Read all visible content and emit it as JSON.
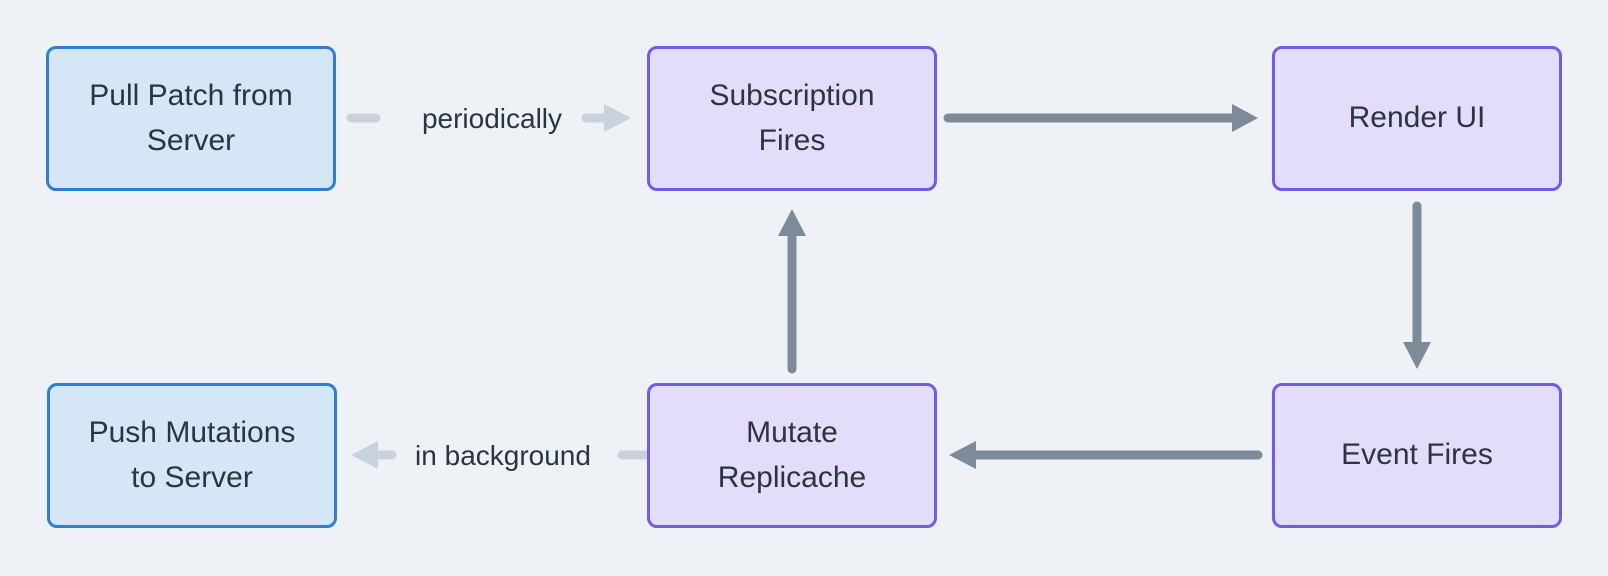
{
  "diagram": {
    "title": "Replicache sync loop diagram",
    "nodes": [
      {
        "id": "pull-patch-from-server",
        "label": "Pull Patch from Server",
        "kind": "server-step"
      },
      {
        "id": "subscription-fires",
        "label": "Subscription Fires",
        "kind": "client-step"
      },
      {
        "id": "render-ui",
        "label": "Render UI",
        "kind": "client-step"
      },
      {
        "id": "push-mutations-to-server",
        "label": "Push Mutations to Server",
        "kind": "server-step"
      },
      {
        "id": "mutate-replicache",
        "label": "Mutate Replicache",
        "kind": "client-step"
      },
      {
        "id": "event-fires",
        "label": "Event Fires",
        "kind": "client-step"
      }
    ],
    "edges": [
      {
        "from": "pull-patch-from-server",
        "to": "subscription-fires",
        "label": "periodically",
        "style": "dashed",
        "direction": "right"
      },
      {
        "from": "subscription-fires",
        "to": "render-ui",
        "label": "",
        "style": "solid",
        "direction": "right"
      },
      {
        "from": "render-ui",
        "to": "event-fires",
        "label": "",
        "style": "solid",
        "direction": "down"
      },
      {
        "from": "event-fires",
        "to": "mutate-replicache",
        "label": "",
        "style": "solid",
        "direction": "left"
      },
      {
        "from": "mutate-replicache",
        "to": "subscription-fires",
        "label": "",
        "style": "solid",
        "direction": "up"
      },
      {
        "from": "mutate-replicache",
        "to": "push-mutations-to-server",
        "label": "in background",
        "style": "dashed",
        "direction": "left"
      }
    ]
  },
  "theme": {
    "canvas-bg": "#eef1f5",
    "server-node-bg": "#d5e6f7",
    "server-node-border": "#2e7fd1",
    "client-node-bg": "#e3dcfa",
    "client-node-border": "#6f5ce8",
    "node-text": "#2a3540",
    "arrow-solid": "#7d8b99",
    "arrow-dashed": "#c9d2dc"
  }
}
